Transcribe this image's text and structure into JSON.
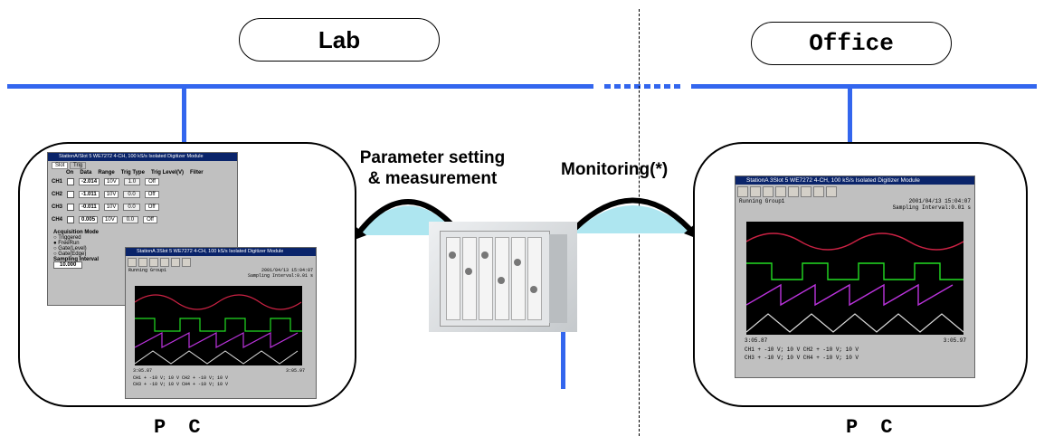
{
  "locations": {
    "lab": "Lab",
    "office": "Office"
  },
  "pc_labels": {
    "left": "P C",
    "right": "P C"
  },
  "annotations": {
    "left_line1": "Parameter setting",
    "left_line2": "& measurement",
    "right": "Monitoring(*)"
  },
  "settings_window": {
    "title": "StationA/Slot 5 WE7272 4-CH, 100 kS/s Isolated Digitizer Module",
    "tabs": [
      "Slot",
      "Trig"
    ],
    "headers": [
      "On",
      "Data",
      "Range",
      "Trig Type",
      "Trig Level(V)",
      "Filter"
    ],
    "rows": [
      {
        "ch": "CH1",
        "data": "-2.014",
        "range": "10V",
        "level": "1.0",
        "filter": "Off"
      },
      {
        "ch": "CH2",
        "data": "-1.011",
        "range": "10V",
        "level": "0.0",
        "filter": "Off"
      },
      {
        "ch": "CH3",
        "data": "-0.011",
        "range": "10V",
        "level": "0.0",
        "filter": "Off"
      },
      {
        "ch": "CH4",
        "data": "0.005",
        "range": "10V",
        "level": "0.0",
        "filter": "Off"
      }
    ],
    "acq_title": "Acquisition Mode",
    "acq_options": [
      "Triggered",
      "FreeRun",
      "Gate(Level)",
      "Gate(Edge)"
    ],
    "interval_title": "Sampling Interval",
    "interval_value": "10.000"
  },
  "monitor_window": {
    "title_left": "StationA 3Slot 5 WE7272 4-CH, 100 kS/s Isolated Digitizer Module",
    "title_right": "StationA 3Slot 5 WE7272 4-CH, 100 kS/s Isolated Digitizer Module",
    "status": "Running  Group1",
    "date": "2001/04/13 15:04:07",
    "interval": "Sampling Interval:0.01 s",
    "t_start": "3:05.87",
    "t_end": "3:05.97",
    "legend_lines": [
      "CH1 +  -10 V;  10 V  CH2 +  -10 V;  10 V",
      "CH3 +  -10 V;  10 V  CH4 +  -10 V;  10 V"
    ]
  },
  "colors": {
    "network": "#3366ee",
    "trace1": "#cc2244",
    "trace2": "#22dd22",
    "trace3": "#bb33dd",
    "trace4": "#dddddd"
  }
}
